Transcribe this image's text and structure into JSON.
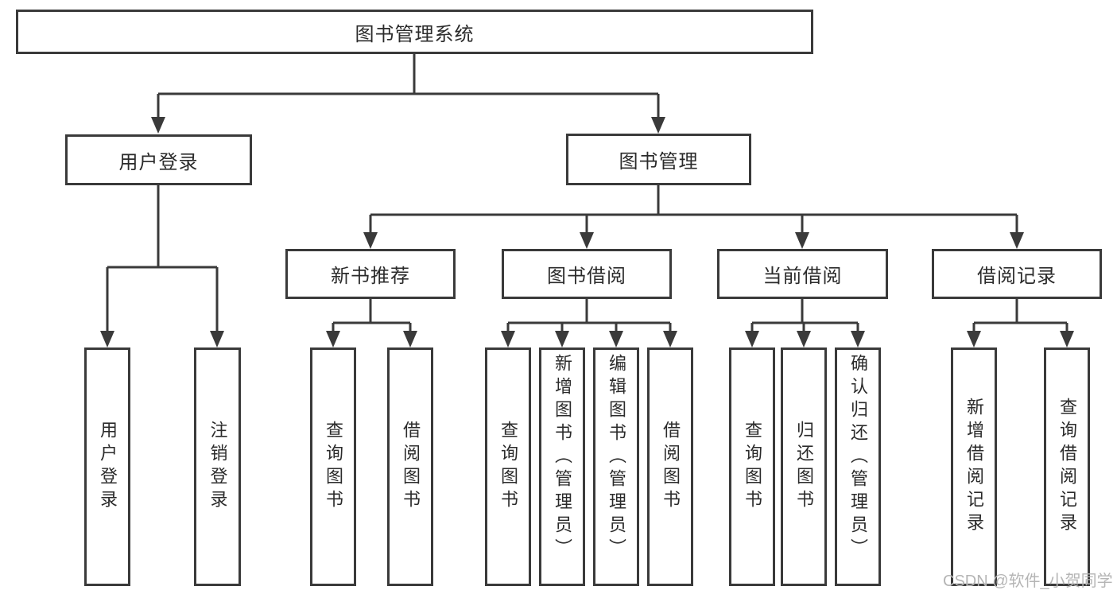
{
  "colors": {
    "line": "#3a3a3a",
    "text": "#2b2b2b",
    "watermark": "#b5b5b5",
    "background": "#ffffff"
  },
  "watermark": "CSDN @软件_小贺同学",
  "nodes": {
    "root": {
      "label": "图书管理系统"
    },
    "user_login": {
      "label": "用户登录",
      "children": [
        "用户登录",
        "注销登录"
      ]
    },
    "book_mgmt": {
      "label": "图书管理"
    },
    "new_books": {
      "label": "新书推荐",
      "children": [
        "查询图书",
        "借阅图书"
      ]
    },
    "borrow": {
      "label": "图书借阅",
      "children": [
        "查询图书",
        "新增图书（管理员）",
        "编辑图书（管理员）",
        "借阅图书"
      ]
    },
    "current": {
      "label": "当前借阅",
      "children": [
        "查询图书",
        "归还图书",
        "确认归还（管理员）"
      ]
    },
    "records": {
      "label": "借阅记录",
      "children": [
        "新增借阅记录",
        "查询借阅记录"
      ]
    }
  }
}
